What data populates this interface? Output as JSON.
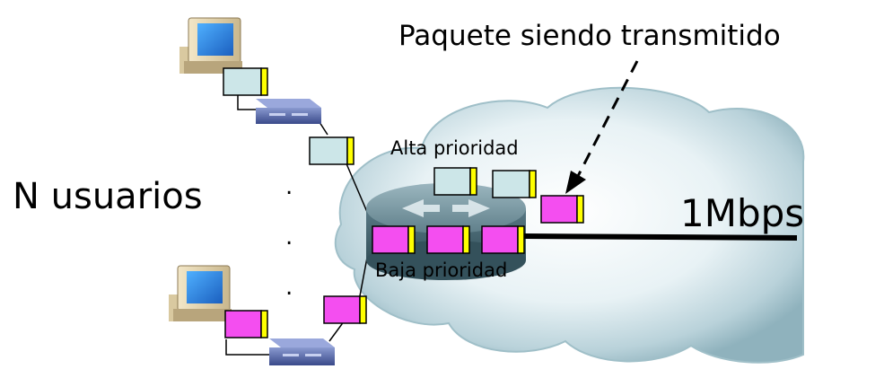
{
  "labels": {
    "packet_transmitting": "Paquete siendo transmitido",
    "users": "N usuarios",
    "high_priority": "Alta prioridad",
    "low_priority": "Baja prioridad",
    "link_speed": "1Mbps",
    "ellipsis_dot": "."
  },
  "colors": {
    "high_priority_packet": "#cce6e8",
    "low_priority_packet": "#f44ef0",
    "packet_tag": "#ffff00",
    "cloud": "#c8dde3",
    "router": "#6b8b96",
    "switch": "#5a6ca8"
  },
  "icons": [
    "computer-icon",
    "switch-icon",
    "router-icon",
    "cloud-icon",
    "packet-icon"
  ]
}
